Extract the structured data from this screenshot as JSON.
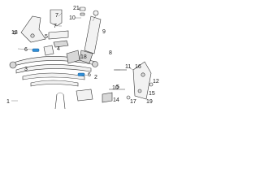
{
  "callouts": {
    "c21": "21",
    "c7a": "7",
    "c10a": "10",
    "c7b": "7",
    "c13": "13",
    "c5a": "5",
    "c9": "9",
    "c4": "4",
    "c8": "8",
    "c18": "18",
    "c6a": "6",
    "c2": "2",
    "c11": "11",
    "c16": "16",
    "c6b": "6",
    "c3": "3",
    "c12": "12",
    "c10b": "10",
    "c5b": "5",
    "c15": "15",
    "c1": "1",
    "c14": "14",
    "c17": "17",
    "c19": "19"
  },
  "colors": {
    "highlight": "#2f8fd8",
    "line": "#333333",
    "background": "#ffffff"
  }
}
